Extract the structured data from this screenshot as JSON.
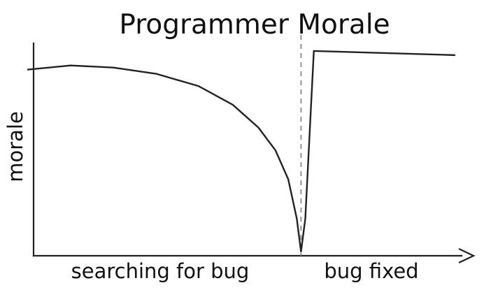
{
  "chart_data": {
    "type": "line",
    "title": "Programmer Morale",
    "ylabel": "morale",
    "xlabel": "",
    "x_regions": [
      {
        "label": "searching for bug"
      },
      {
        "label": "bug fixed"
      }
    ],
    "xlim": [
      0,
      100
    ],
    "ylim": [
      0,
      100
    ],
    "divider_x": 64,
    "grid": false,
    "legend": "none",
    "series": [
      {
        "values": [
          {
            "x": 0,
            "y": 90
          },
          {
            "x": 10,
            "y": 92
          },
          {
            "x": 20,
            "y": 91
          },
          {
            "x": 30,
            "y": 88
          },
          {
            "x": 40,
            "y": 82
          },
          {
            "x": 48,
            "y": 73
          },
          {
            "x": 54,
            "y": 62
          },
          {
            "x": 58,
            "y": 51
          },
          {
            "x": 61,
            "y": 37
          },
          {
            "x": 63,
            "y": 18
          },
          {
            "x": 64,
            "y": 2
          },
          {
            "x": 65,
            "y": 18
          },
          {
            "x": 67,
            "y": 99
          },
          {
            "x": 100,
            "y": 97
          }
        ]
      }
    ],
    "colors": {
      "line": "#222222",
      "axis": "#222222",
      "divider": "#888888"
    }
  }
}
